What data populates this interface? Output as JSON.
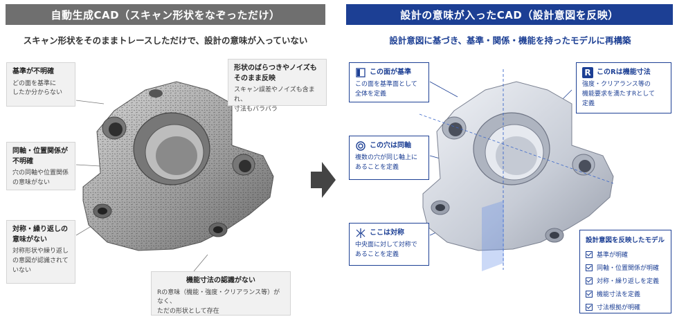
{
  "left": {
    "banner": "自動生成CAD（スキャン形状をなぞっただけ）",
    "subtitle": "スキャン形状をそのままトレースしただけで、設計の意味が入っていない",
    "callouts": [
      {
        "title": "基準が不明確",
        "body": [
          "どの面を基準に",
          "したか分からない"
        ]
      },
      {
        "title": "形状のばらつきやノイズも\nそのまま反映",
        "body": [
          "スキャン誤差やノイズも含まれ、",
          "寸法もバラバラ"
        ]
      },
      {
        "title": "同軸・位置関係が\n不明確",
        "body": [
          "穴の同軸や位置関係",
          "の意味がない"
        ]
      },
      {
        "title": "対称・繰り返しの\n意味がない",
        "body": [
          "対称形状や繰り返し",
          "の意図が認識されて",
          "いない"
        ]
      },
      {
        "title": "機能寸法の認識がない",
        "body": [
          "Rの意味（機能・強度・クリアランス等）がなく、",
          "ただの形状として存在"
        ]
      }
    ]
  },
  "right": {
    "banner": "設計の意味が入ったCAD（設計意図を反映）",
    "subtitle": "設計意図に基づき、基準・関係・機能を持ったモデルに再構築",
    "callouts": [
      {
        "title": "この面が基準",
        "icon": "datum-face-icon",
        "body": [
          "この面を基準面として",
          "全体を定義"
        ]
      },
      {
        "title": "このRは機能寸法",
        "icon": "radius-r-icon",
        "icon_text": "R",
        "body": [
          "強度・クリアランス等の",
          "機能要求を満たすRとして",
          "定義"
        ]
      },
      {
        "title": "この穴は同軸",
        "icon": "coaxial-icon",
        "body": [
          "複数の穴が同じ軸上に",
          "あることを定義"
        ]
      },
      {
        "title": "ここは対称",
        "icon": "symmetry-icon",
        "body": [
          "中央面に対して対称で",
          "あることを定義"
        ]
      }
    ],
    "checklist": {
      "title": "設計意図を反映したモデル",
      "items": [
        "基準が明確",
        "同軸・位置関係が明確",
        "対称・繰り返しを定義",
        "機能寸法を定義",
        "寸法根拠が明確"
      ]
    }
  },
  "colors": {
    "accent": "#1c3f94",
    "gray_banner": "#6f6f6f"
  }
}
